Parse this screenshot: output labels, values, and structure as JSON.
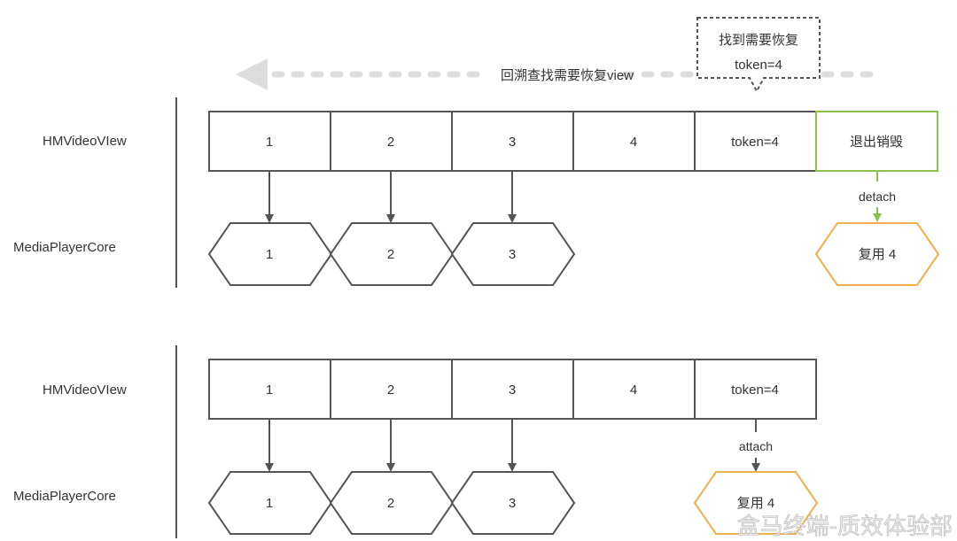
{
  "top": {
    "callout": {
      "line1": "找到需要恢复",
      "line2": "token=4"
    },
    "backtrack_label": "回溯查找需要恢复view",
    "view_row_label": "HMVideoVIew",
    "core_row_label": "MediaPlayerCore",
    "cells": [
      "1",
      "2",
      "3",
      "4",
      "token=4",
      "退出销毁"
    ],
    "hexes": [
      "1",
      "2",
      "3"
    ],
    "detach_label": "detach",
    "reuse_label": "复用 4"
  },
  "bottom": {
    "view_row_label": "HMVideoVIew",
    "core_row_label": "MediaPlayerCore",
    "cells": [
      "1",
      "2",
      "3",
      "4",
      "token=4"
    ],
    "hexes": [
      "1",
      "2",
      "3"
    ],
    "attach_label": "attach",
    "reuse_label": "复用 4"
  },
  "watermark": "盒马终端-质效体验部",
  "colors": {
    "line": "#555555",
    "green": "#8bc34a",
    "orange": "#f0b04a",
    "dash": "#dddddd"
  }
}
